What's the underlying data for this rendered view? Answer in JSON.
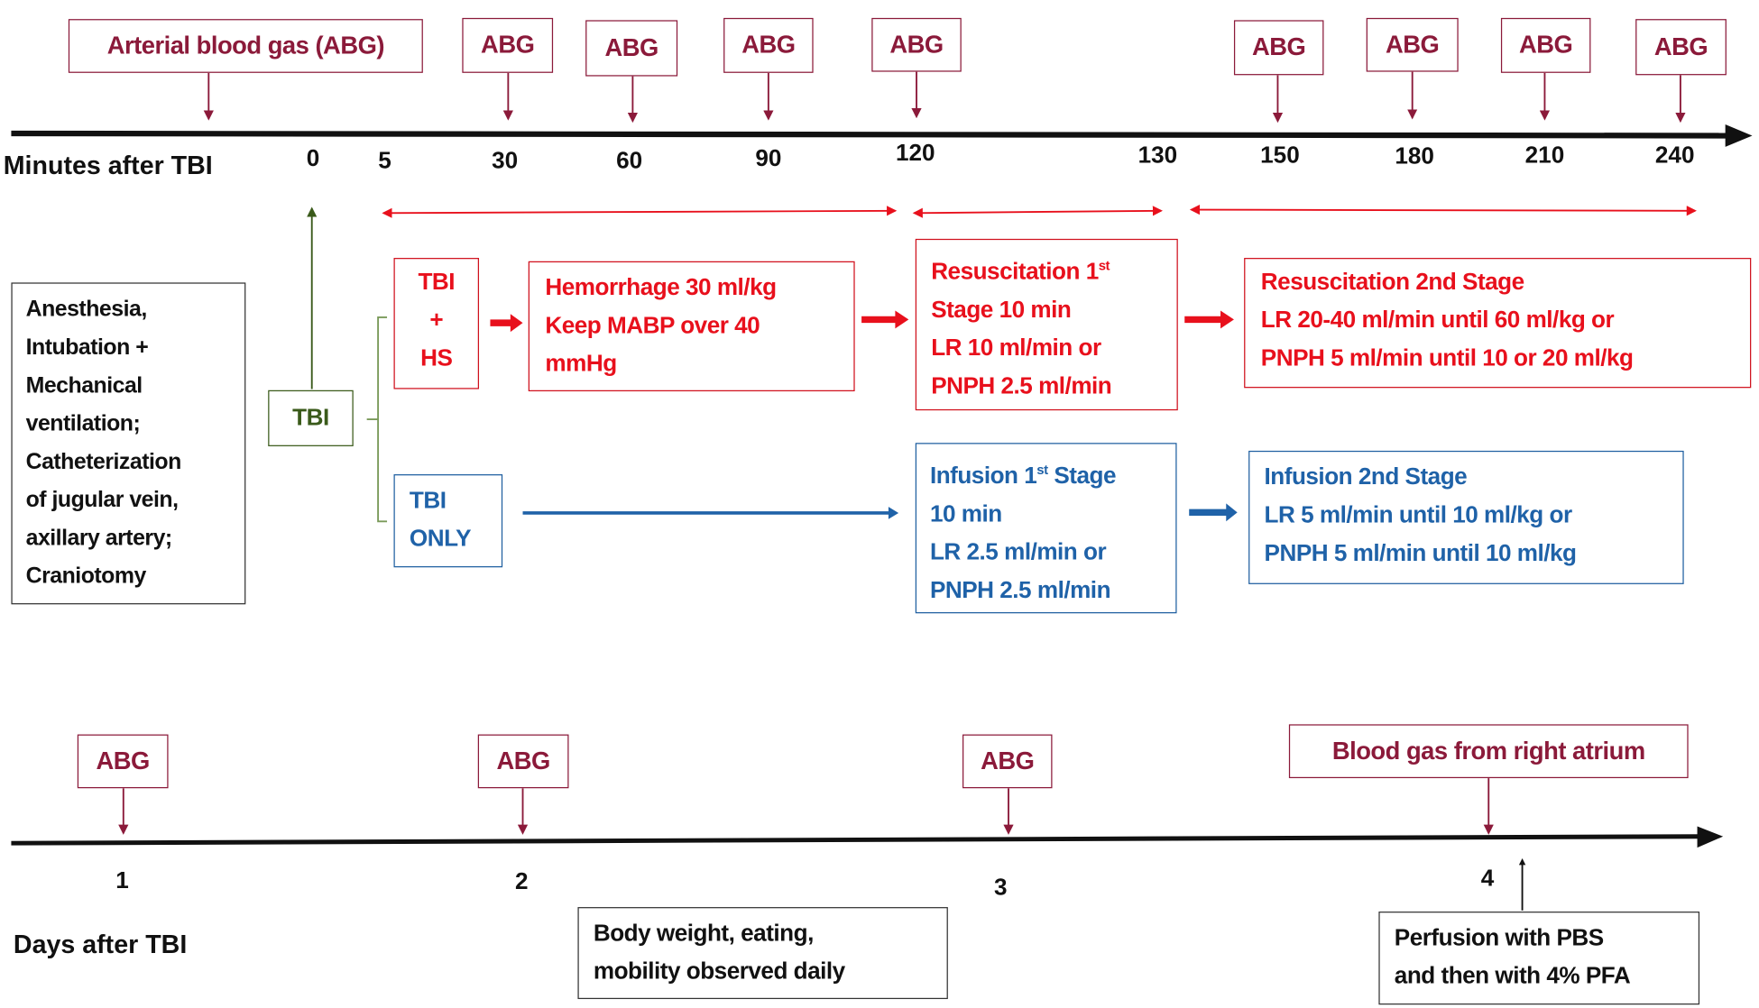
{
  "top_timeline": {
    "label": "Minutes after TBI",
    "abg_legend": "Arterial blood gas (ABG)",
    "abg_label": "ABG",
    "ticks": [
      "0",
      "5",
      "30",
      "60",
      "90",
      "120",
      "130",
      "150",
      "180",
      "210",
      "240"
    ]
  },
  "procedures": [
    "Anesthesia,",
    "Intubation +",
    "Mechanical",
    "ventilation;",
    "Catheterization",
    "of jugular vein,",
    "axillary artery;",
    "Craniotomy"
  ],
  "tbi": "TBI",
  "tbi_hs": [
    "TBI",
    "+",
    "HS"
  ],
  "tbi_only": [
    "TBI",
    "ONLY"
  ],
  "hemorrhage": [
    "Hemorrhage 30 ml/kg",
    "Keep MABP over 40",
    "mmHg"
  ],
  "resus1": {
    "line1": "Resuscitation 1",
    "sup": "st",
    "line2": "Stage 10 min",
    "line3": "LR 10 ml/min or",
    "line4": "PNPH 2.5 ml/min"
  },
  "resus2": [
    "Resuscitation 2nd Stage",
    "LR 20-40 ml/min until 60 ml/kg or",
    "PNPH 5 ml/min until 10 or 20 ml/kg"
  ],
  "inf1": {
    "pre": "Infusion 1",
    "sup": "st",
    "post": " Stage",
    "line2": "10 min",
    "line3": "LR 2.5 ml/min or",
    "line4": "PNPH 2.5 ml/min"
  },
  "inf2": [
    "Infusion 2nd Stage",
    "LR 5 ml/min  until 10 ml/kg or",
    "PNPH 5 ml/min until 10 ml/kg"
  ],
  "bottom_timeline": {
    "label": "Days after TBI",
    "abg_label": "ABG",
    "atrium": "Blood gas from right atrium",
    "ticks": [
      "1",
      "2",
      "3",
      "4"
    ]
  },
  "observed": [
    "Body weight, eating,",
    "mobility observed daily"
  ],
  "perfusion": [
    "Perfusion with PBS",
    "and then with 4% PFA"
  ],
  "colors": {
    "abg": "#8b1a3a",
    "red": "#e8101c",
    "blue": "#1f62a8",
    "green": "#3a5a1a"
  }
}
